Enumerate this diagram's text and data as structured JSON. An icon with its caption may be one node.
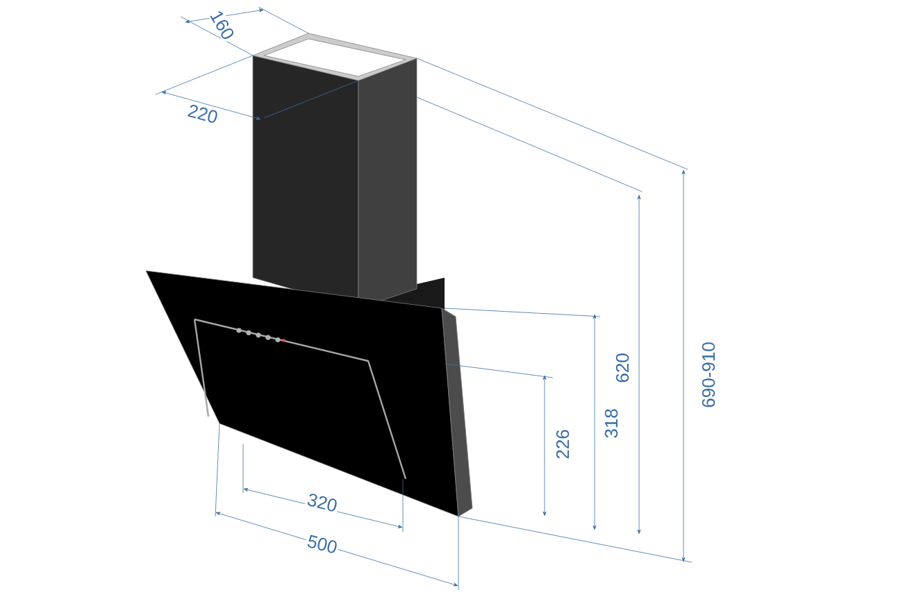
{
  "diagram": {
    "labels": [
      "160",
      "220",
      "620",
      "690-910",
      "318",
      "226",
      "320",
      "500"
    ]
  }
}
